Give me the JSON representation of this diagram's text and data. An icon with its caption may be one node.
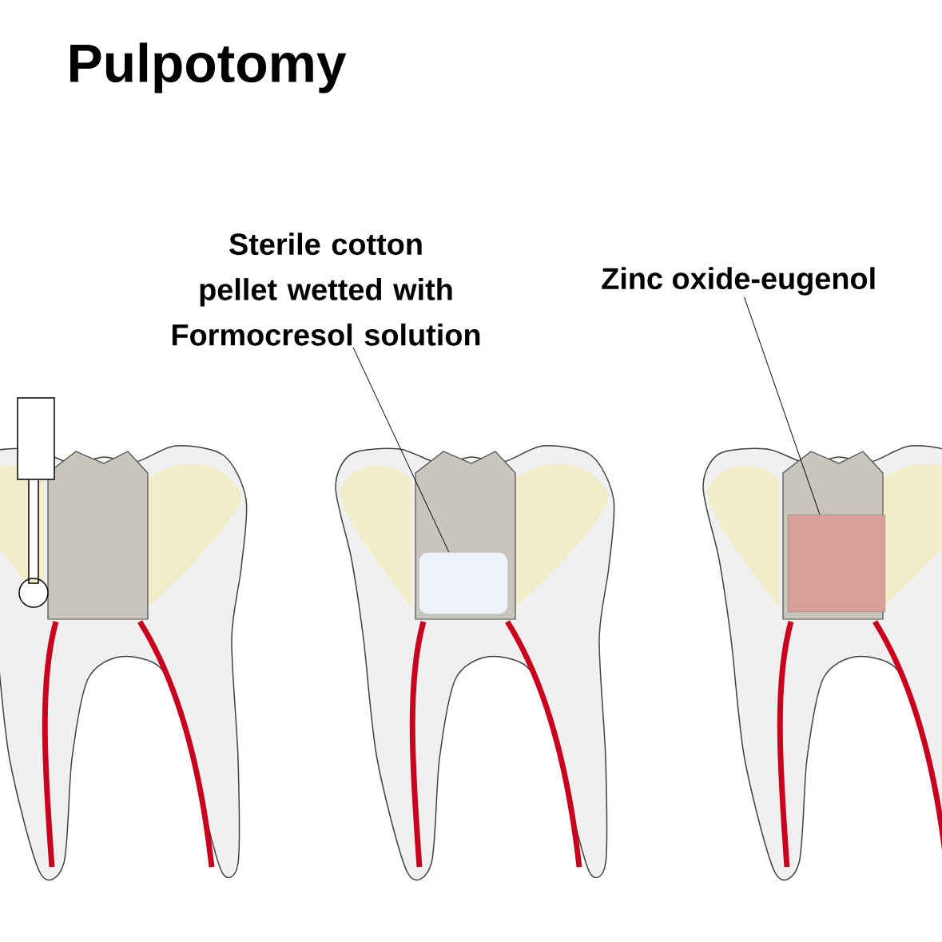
{
  "diagram": {
    "title": "Pulpotomy",
    "nodes": [
      {
        "text": [
          "Sterile cotton pellet wetted with Formocresol solution"
        ]
      },
      {
        "text": [],
        "shape": "box"
      },
      {
        "text": [
          "Zinc oxide-eugenol"
        ]
      },
      {
        "text": [],
        "shape": "box"
      }
    ],
    "edges": [
      {
        "from": 0,
        "to": 1,
        "arrow": "none"
      },
      {
        "from": 2,
        "to": 3,
        "arrow": "none"
      }
    ]
  }
}
